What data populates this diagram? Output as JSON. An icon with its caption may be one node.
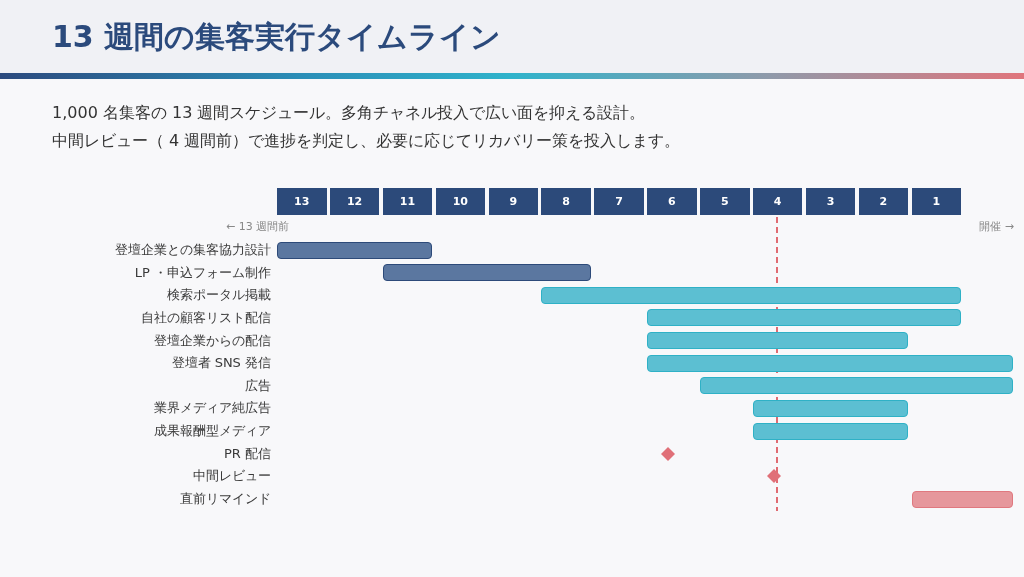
{
  "diagram": {
    "title": "13 週間の集客実行タイムライン",
    "nodes": [
      {
        "text": [
          "13"
        ]
      },
      {
        "text": [
          "12"
        ]
      },
      {
        "text": [
          "11"
        ]
      },
      {
        "text": [
          "10"
        ]
      },
      {
        "text": [
          "9"
        ]
      },
      {
        "text": [
          "8"
        ]
      },
      {
        "text": [
          "7"
        ]
      },
      {
        "text": [
          "6"
        ]
      },
      {
        "text": [
          "5"
        ]
      },
      {
        "text": [
          "4"
        ]
      },
      {
        "text": [
          "3"
        ]
      },
      {
        "text": [
          "2"
        ]
      },
      {
        "text": [
          "1"
        ]
      },
      {
        "text": [],
        "shape": "bar"
      },
      {
        "text": [],
        "shape": "bar"
      },
      {
        "text": [],
        "shape": "bar"
      },
      {
        "text": [],
        "shape": "bar"
      },
      {
        "text": [],
        "shape": "bar"
      },
      {
        "text": [],
        "shape": "bar"
      },
      {
        "text": [],
        "shape": "bar"
      },
      {
        "text": [],
        "shape": "bar"
      },
      {
        "text": [],
        "shape": "bar"
      },
      {
        "text": [],
        "shape": "diamond"
      },
      {
        "text": [],
        "shape": "diamond"
      },
      {
        "text": [],
        "shape": "bar"
      }
    ],
    "labels": [
      "1,000 名集客の 13 週間スケジュール。多角チャネル投入で広い面を抑える設計。",
      "中間レビュー（ 4 週間前）で進捗を判定し、必要に応じてリカバリー策を投入します。",
      "← 13 週間前",
      "開催 →",
      "登壇企業との集客協力設計",
      "LP ・申込フォーム制作",
      "検索ポータル掲載",
      "自社の顧客リスト配信",
      "登壇企業からの配信",
      "登壇者 SNS 発信",
      "広告",
      "業界メディア純広告",
      "成果報酬型メディア",
      "PR 配信",
      "中間レビュー",
      "直前リマインド"
    ]
  }
}
